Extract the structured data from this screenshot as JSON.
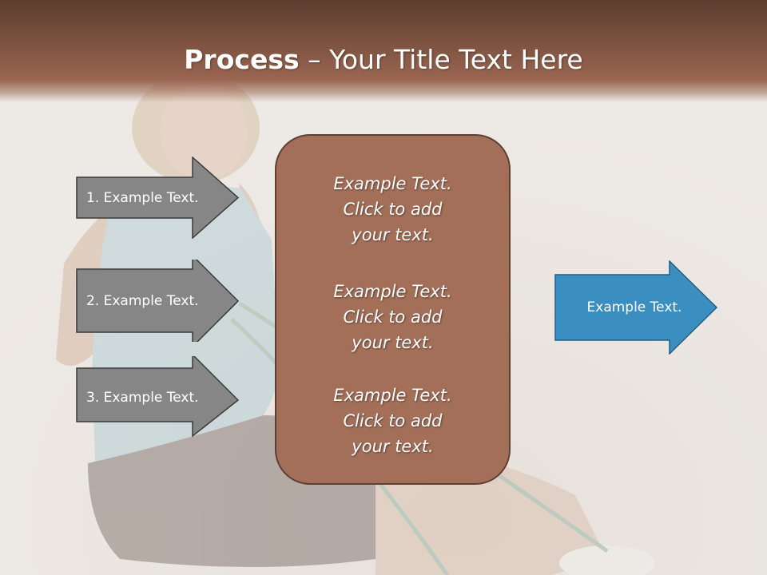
{
  "slide": {
    "title_bold": "Process",
    "title_rest": " – Your Title Text Here"
  },
  "left_arrows": [
    {
      "label": "1. Example Text."
    },
    {
      "label": "2. Example Text."
    },
    {
      "label": "3. Example Text."
    }
  ],
  "center_box": {
    "blocks": [
      {
        "line1": "Example Text.",
        "line2": "Click  to add",
        "line3": "your text."
      },
      {
        "line1": "Example Text.",
        "line2": "Click  to add",
        "line3": "your text."
      },
      {
        "line1": "Example Text.",
        "line2": "Click  to add",
        "line3": "your text."
      }
    ]
  },
  "right_arrow": {
    "label": "Example Text."
  },
  "colors": {
    "header": "#7f5442",
    "center_box_fill": "#a36f59",
    "left_arrow_fill": "#868686",
    "right_arrow_fill": "#3a8fc0"
  },
  "background_photo": {
    "description_icon": "woman-exercising-photo"
  }
}
